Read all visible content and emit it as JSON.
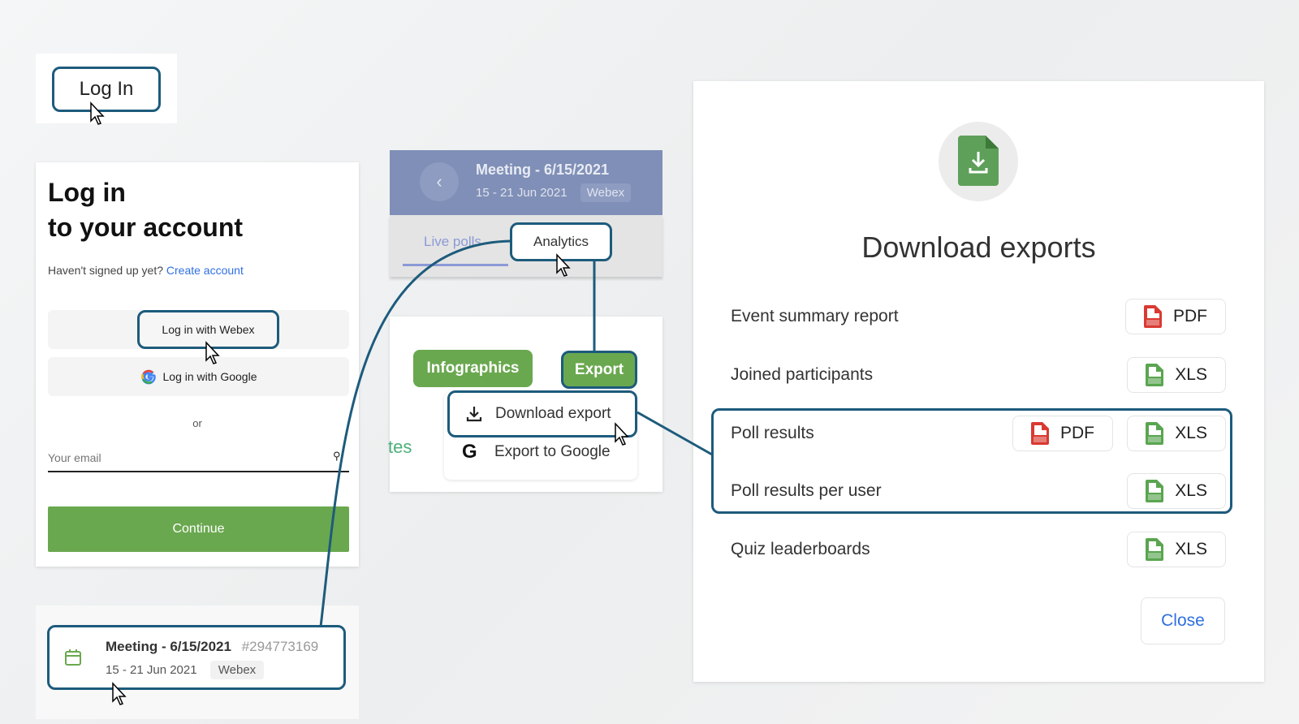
{
  "login_top": {
    "button": "Log In"
  },
  "login_card": {
    "title_line1": "Log in",
    "title_line2": "to your account",
    "signup_prompt": "Haven't signed up yet?",
    "create_account": "Create account",
    "webex_button": "Log in with Webex",
    "google_button": "Log in with Google",
    "or": "or",
    "email_placeholder": "Your email",
    "continue": "Continue"
  },
  "meeting_item": {
    "title": "Meeting - 6/15/2021",
    "id": "#294773169",
    "dates": "15 - 21 Jun 2021",
    "badge": "Webex"
  },
  "meeting_header": {
    "title": "Meeting - 6/15/2021",
    "dates": "15 - 21 Jun 2021",
    "badge": "Webex",
    "tabs": [
      "Live polls",
      "Analytics"
    ]
  },
  "analytics": {
    "infographics": "Infographics",
    "export": "Export",
    "partial_text": "tes",
    "menu": [
      {
        "label": "Download export",
        "icon": "download-icon"
      },
      {
        "label": "Export to Google",
        "icon": "google-icon"
      }
    ]
  },
  "exports_dialog": {
    "title": "Download exports",
    "rows": [
      {
        "label": "Event summary report",
        "formats": [
          "PDF"
        ]
      },
      {
        "label": "Joined participants",
        "formats": [
          "XLS"
        ]
      },
      {
        "label": "Poll results",
        "formats": [
          "PDF",
          "XLS"
        ]
      },
      {
        "label": "Poll results per user",
        "formats": [
          "XLS"
        ]
      },
      {
        "label": "Quiz leaderboards",
        "formats": [
          "XLS"
        ]
      }
    ],
    "close": "Close"
  },
  "colors": {
    "highlight": "#1d5b7c",
    "green": "#6aa84f",
    "link": "#2f6fe0",
    "pdf": "#d93a32",
    "xls": "#5aa550"
  }
}
